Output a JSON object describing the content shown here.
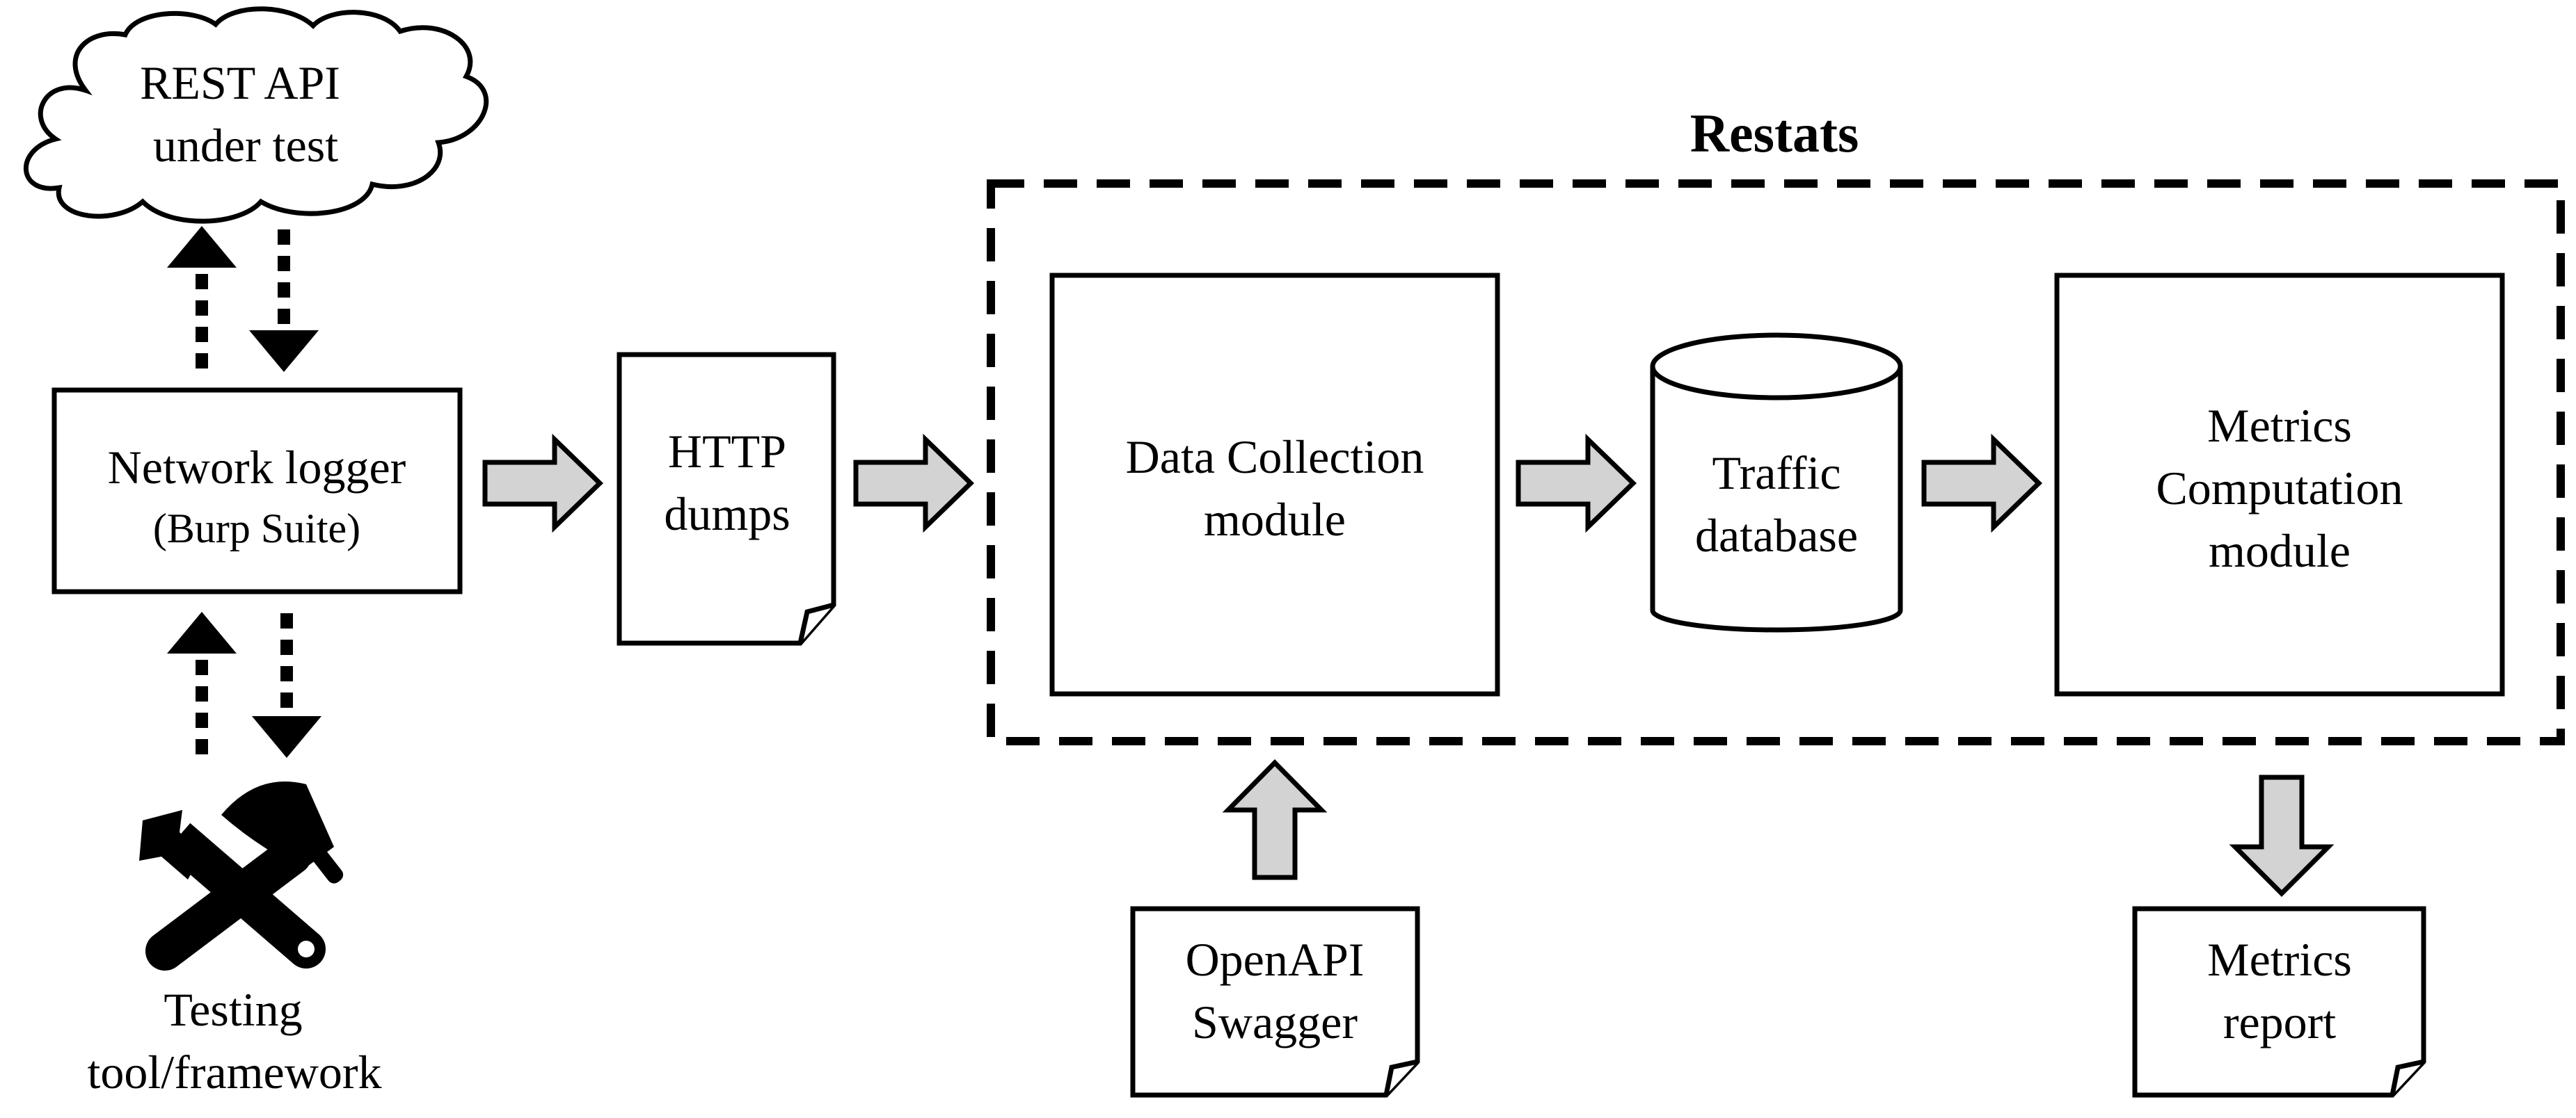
{
  "title": "Restats",
  "nodes": {
    "api": {
      "lines": [
        "REST API",
        "under test"
      ]
    },
    "logger": {
      "lines": [
        "Network logger",
        "(Burp Suite)"
      ]
    },
    "testing": {
      "lines": [
        "Testing",
        "tool/framework"
      ]
    },
    "dumps": {
      "lines": [
        "HTTP",
        "dumps"
      ]
    },
    "collection": {
      "lines": [
        "Data Collection",
        "module"
      ]
    },
    "database": {
      "lines": [
        "Traffic",
        "database"
      ]
    },
    "metrics": {
      "lines": [
        "Metrics",
        "Computation",
        "module"
      ]
    },
    "openapi": {
      "lines": [
        "OpenAPI",
        "Swagger"
      ]
    },
    "report": {
      "lines": [
        "Metrics",
        "report"
      ]
    }
  },
  "icons": {
    "api": "cloud-icon",
    "testing": "wrench-hammer-icon",
    "dumps": "document-icon",
    "openapi": "document-icon",
    "report": "document-icon",
    "database": "database-cylinder-icon"
  },
  "colors": {
    "arrow_fill": "#d3d3d3",
    "stroke": "#000000",
    "background": "#ffffff"
  }
}
